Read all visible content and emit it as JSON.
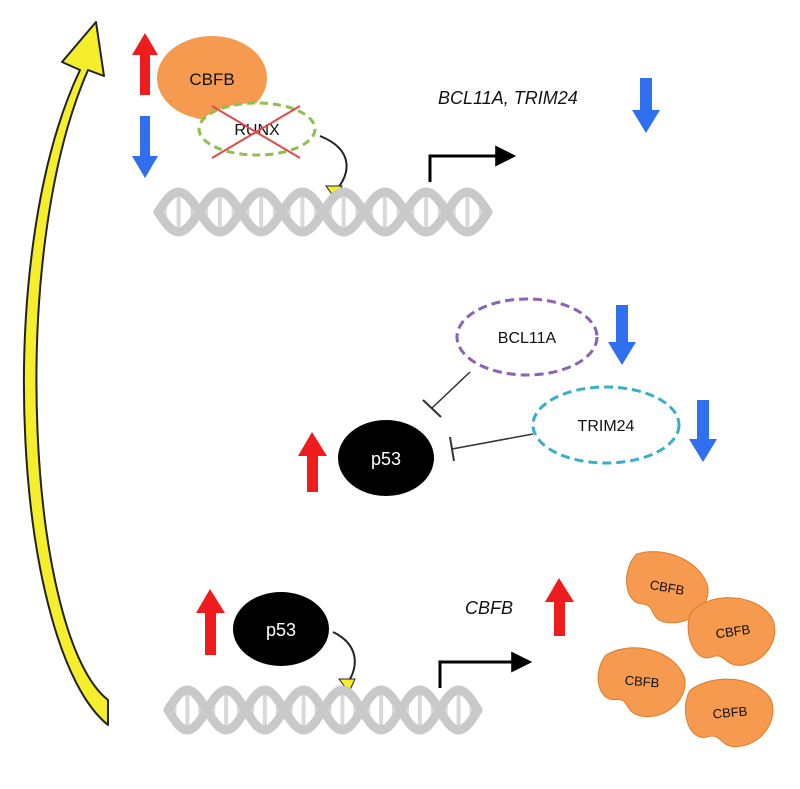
{
  "colors": {
    "up_arrow": "#ee1c1c",
    "down_arrow": "#2f6ff0",
    "cbfb_fill": "#f59a4e",
    "dna_strand": "#c9c9c9",
    "feedback_arrow": "#f4ee2c",
    "runx_border": "#8fbf4f",
    "bcl11a_border": "#8a63b8",
    "trim24_border": "#3ab0c8",
    "p53_fill": "#000000"
  },
  "top": {
    "cbfb_label": "CBFB",
    "runx_label": "RUNX",
    "gene_label": "BCL11A, TRIM24",
    "up_arrow_icon": "red-up-arrow-icon",
    "down_arrow_icon": "blue-down-arrow-icon"
  },
  "middle": {
    "bcl11a_label": "BCL11A",
    "trim24_label": "TRIM24",
    "p53_label": "p53"
  },
  "bottom": {
    "p53_label": "p53",
    "gene_label": "CBFB",
    "cbfb_labels": [
      "CBFB",
      "CBFB",
      "CBFB",
      "CBFB"
    ]
  }
}
